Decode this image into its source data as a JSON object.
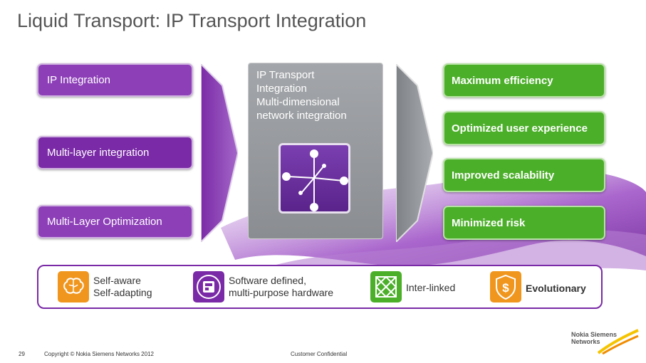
{
  "title": "Liquid Transport: IP Transport Integration",
  "left_boxes": [
    {
      "label": "IP Integration"
    },
    {
      "label": "Multi-layer integration"
    },
    {
      "label": "Multi-Layer Optimization"
    }
  ],
  "center": {
    "title_line1": "IP Transport",
    "title_line2": "Integration",
    "subtitle_line1": "Multi-dimensional",
    "subtitle_line2": "network integration"
  },
  "right_boxes": [
    {
      "label": "Maximum efficiency"
    },
    {
      "label": "Optimized user experience"
    },
    {
      "label": "Improved scalability"
    },
    {
      "label": "Minimized risk"
    }
  ],
  "features": [
    {
      "line1": "Self-aware",
      "line2": "Self-adapting",
      "icon": "brain-icon",
      "color": "#f0961e"
    },
    {
      "line1": "Software defined,",
      "line2": "multi-purpose hardware",
      "icon": "chip-icon",
      "color": "#7a2aa6"
    },
    {
      "line1": "Inter-linked",
      "line2": "",
      "icon": "network-mesh-icon",
      "color": "#4caf2a"
    },
    {
      "line1": "Evolutionary",
      "line2": "",
      "icon": "dollar-shield-icon",
      "color": "#f0961e"
    }
  ],
  "footer": {
    "page_number": "29",
    "copyright": "Copyright © Nokia Siemens Networks 2012",
    "confidential": "Customer Confidential"
  },
  "logo": {
    "line1": "Nokia Siemens",
    "line2": "Networks"
  },
  "colors": {
    "purple": "#7a2aa6",
    "green": "#4caf2a",
    "gray": "#8a8d91",
    "orange": "#f0961e"
  }
}
